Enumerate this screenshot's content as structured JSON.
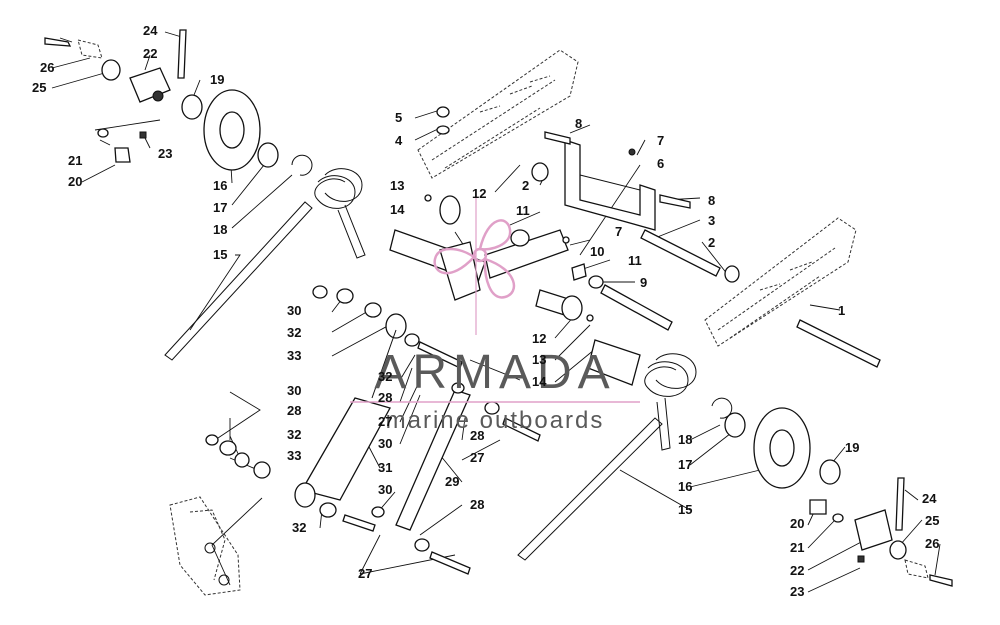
{
  "watermark": {
    "brand": "ARMADA",
    "tagline": "marine outboards",
    "accent_color": "#e0a0c8",
    "text_color": "#5a5a5a"
  },
  "callouts": [
    {
      "id": "c26a",
      "text": "26"
    },
    {
      "id": "c25a",
      "text": "25"
    },
    {
      "id": "c24a",
      "text": "24"
    },
    {
      "id": "c22a",
      "text": "22"
    },
    {
      "id": "c19a",
      "text": "19"
    },
    {
      "id": "c21a",
      "text": "21"
    },
    {
      "id": "c20a",
      "text": "20"
    },
    {
      "id": "c23a",
      "text": "23"
    },
    {
      "id": "c16a",
      "text": "16"
    },
    {
      "id": "c17a",
      "text": "17"
    },
    {
      "id": "c18a",
      "text": "18"
    },
    {
      "id": "c15a",
      "text": "15"
    },
    {
      "id": "c5",
      "text": "5"
    },
    {
      "id": "c4",
      "text": "4"
    },
    {
      "id": "c8a",
      "text": "8"
    },
    {
      "id": "c7a",
      "text": "7"
    },
    {
      "id": "c6",
      "text": "6"
    },
    {
      "id": "c2a",
      "text": "2"
    },
    {
      "id": "c8b",
      "text": "8"
    },
    {
      "id": "c3",
      "text": "3"
    },
    {
      "id": "c2b",
      "text": "2"
    },
    {
      "id": "c13a",
      "text": "13"
    },
    {
      "id": "c12a",
      "text": "12"
    },
    {
      "id": "c14a",
      "text": "14"
    },
    {
      "id": "c11a",
      "text": "11"
    },
    {
      "id": "c7b",
      "text": "7"
    },
    {
      "id": "c10",
      "text": "10"
    },
    {
      "id": "c11b",
      "text": "11"
    },
    {
      "id": "c9",
      "text": "9"
    },
    {
      "id": "c1",
      "text": "1"
    },
    {
      "id": "c12b",
      "text": "12"
    },
    {
      "id": "c13b",
      "text": "13"
    },
    {
      "id": "c14b",
      "text": "14"
    },
    {
      "id": "c30a",
      "text": "30"
    },
    {
      "id": "c32a",
      "text": "32"
    },
    {
      "id": "c33a",
      "text": "33"
    },
    {
      "id": "c32b",
      "text": "32"
    },
    {
      "id": "c28a",
      "text": "28"
    },
    {
      "id": "c27a",
      "text": "27"
    },
    {
      "id": "c30b",
      "text": "30"
    },
    {
      "id": "c31",
      "text": "31"
    },
    {
      "id": "c29",
      "text": "29"
    },
    {
      "id": "c28b",
      "text": "28"
    },
    {
      "id": "c27b",
      "text": "27"
    },
    {
      "id": "c30c",
      "text": "30"
    },
    {
      "id": "c28c",
      "text": "28"
    },
    {
      "id": "c32c",
      "text": "32"
    },
    {
      "id": "c33b",
      "text": "33"
    },
    {
      "id": "c30d",
      "text": "30"
    },
    {
      "id": "c28d",
      "text": "28"
    },
    {
      "id": "c32d",
      "text": "32"
    },
    {
      "id": "c27c",
      "text": "27"
    },
    {
      "id": "c18b",
      "text": "18"
    },
    {
      "id": "c17b",
      "text": "17"
    },
    {
      "id": "c16b",
      "text": "16"
    },
    {
      "id": "c15b",
      "text": "15"
    },
    {
      "id": "c19b",
      "text": "19"
    },
    {
      "id": "c24b",
      "text": "24"
    },
    {
      "id": "c20b",
      "text": "20"
    },
    {
      "id": "c25b",
      "text": "25"
    },
    {
      "id": "c21b",
      "text": "21"
    },
    {
      "id": "c26b",
      "text": "26"
    },
    {
      "id": "c22b",
      "text": "22"
    },
    {
      "id": "c23b",
      "text": "23"
    }
  ]
}
